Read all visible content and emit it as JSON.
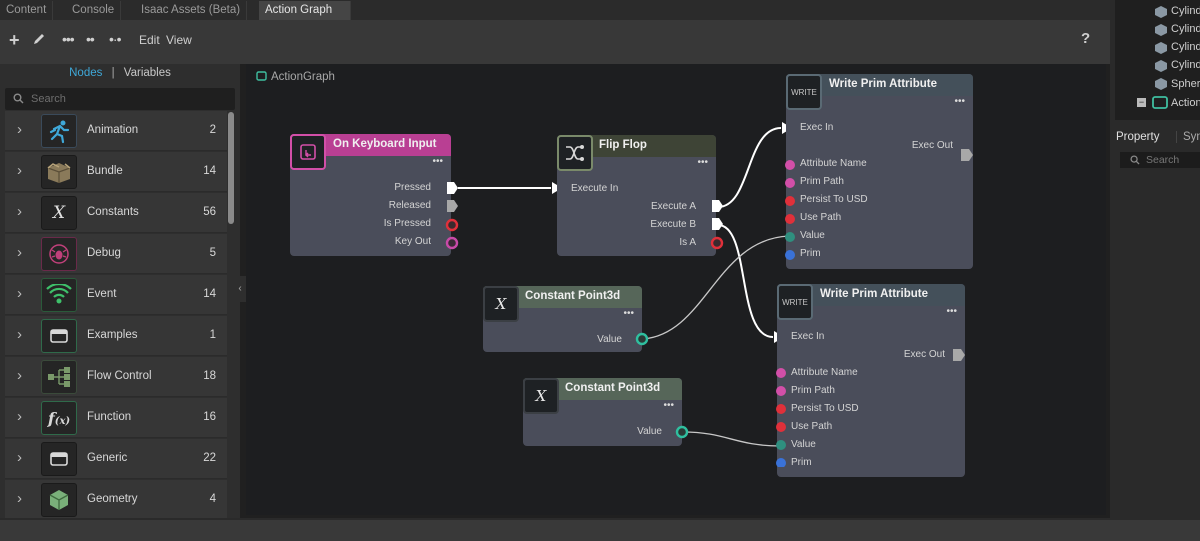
{
  "tabs": [
    "Content",
    "Console",
    "Isaac Assets (Beta)",
    "Action Graph"
  ],
  "active_tab": "Action Graph",
  "toolbar": {
    "edit": "Edit",
    "view": "View",
    "help": "?"
  },
  "left": {
    "tab_nodes": "Nodes",
    "separator": "|",
    "tab_variables": "Variables",
    "search_placeholder": "Search",
    "categories": [
      {
        "label": "Animation",
        "count": "2",
        "icon": "running-figure-icon"
      },
      {
        "label": "Bundle",
        "count": "14",
        "icon": "box-icon"
      },
      {
        "label": "Constants",
        "count": "56",
        "icon": "variable-x-icon"
      },
      {
        "label": "Debug",
        "count": "5",
        "icon": "bug-icon"
      },
      {
        "label": "Event",
        "count": "14",
        "icon": "wireless-signal-icon"
      },
      {
        "label": "Examples",
        "count": "1",
        "icon": "window-icon"
      },
      {
        "label": "Flow Control",
        "count": "18",
        "icon": "flow-branch-icon"
      },
      {
        "label": "Function",
        "count": "16",
        "icon": "function-fx-icon"
      },
      {
        "label": "Generic",
        "count": "22",
        "icon": "window-icon"
      },
      {
        "label": "Geometry",
        "count": "4",
        "icon": "cube-icon"
      }
    ]
  },
  "graph": {
    "title": "ActionGraph",
    "keyboard": {
      "title": "On Keyboard Input",
      "outputs": [
        "Pressed",
        "Released",
        "Is Pressed",
        "Key Out"
      ]
    },
    "flipflop": {
      "title": "Flip Flop",
      "input": "Execute In",
      "outputs": [
        "Execute A",
        "Execute B",
        "Is A"
      ]
    },
    "const1": {
      "title": "Constant Point3d",
      "output": "Value"
    },
    "const2": {
      "title": "Constant Point3d",
      "output": "Value"
    },
    "write1": {
      "title": "Write Prim Attribute",
      "icon_text": "WRITE",
      "exec_in": "Exec In",
      "exec_out": "Exec Out",
      "inputs": [
        "Attribute Name",
        "Prim Path",
        "Persist To USD",
        "Use Path",
        "Value",
        "Prim"
      ]
    },
    "write2": {
      "title": "Write Prim Attribute",
      "icon_text": "WRITE",
      "exec_in": "Exec In",
      "exec_out": "Exec Out",
      "inputs": [
        "Attribute Name",
        "Prim Path",
        "Persist To USD",
        "Use Path",
        "Value",
        "Prim"
      ]
    }
  },
  "stage": {
    "items": [
      "Cylinder",
      "Cylinder",
      "Cylinder",
      "Cylinder",
      "Sphere",
      "ActionGraph"
    ]
  },
  "property": {
    "tab": "Property",
    "tab2": "Sync",
    "search": "Search"
  },
  "colors": {
    "accent": "#3fa8d8",
    "keyboard": "#b93f93",
    "flipflop": "#3e4436",
    "const": "#566659",
    "write": "#44505a"
  }
}
